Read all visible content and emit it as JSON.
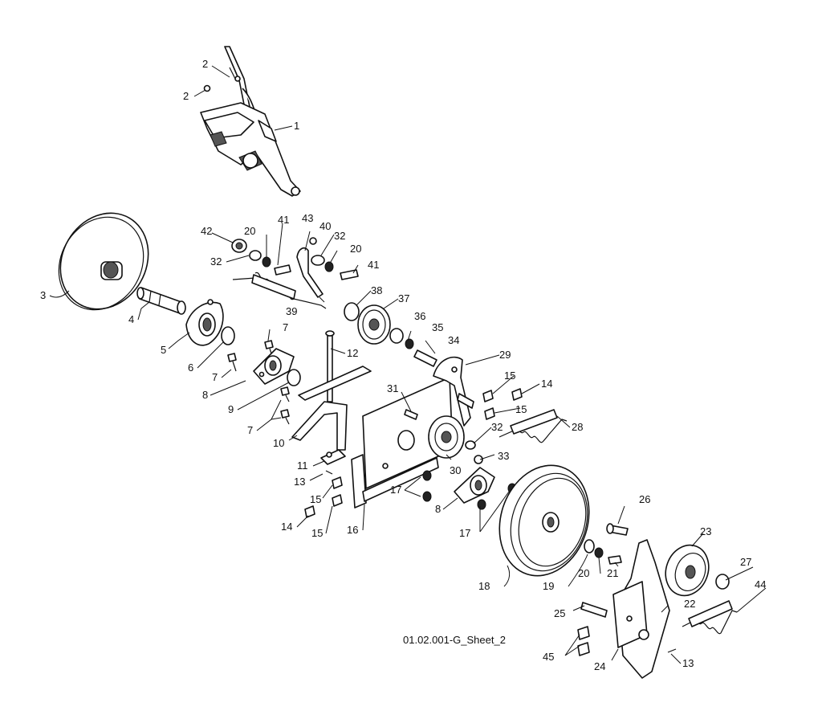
{
  "sheet_label": "01.02.001-G_Sheet_2",
  "callouts": [
    {
      "id": "c1",
      "text": "1"
    },
    {
      "id": "c2a",
      "text": "2"
    },
    {
      "id": "c2b",
      "text": "2"
    },
    {
      "id": "c3",
      "text": "3"
    },
    {
      "id": "c4",
      "text": "4"
    },
    {
      "id": "c5",
      "text": "5"
    },
    {
      "id": "c6",
      "text": "6"
    },
    {
      "id": "c7a",
      "text": "7"
    },
    {
      "id": "c7b",
      "text": "7"
    },
    {
      "id": "c7c",
      "text": "7"
    },
    {
      "id": "c8a",
      "text": "8"
    },
    {
      "id": "c8b",
      "text": "8"
    },
    {
      "id": "c9",
      "text": "9"
    },
    {
      "id": "c10",
      "text": "10"
    },
    {
      "id": "c11",
      "text": "11"
    },
    {
      "id": "c12",
      "text": "12"
    },
    {
      "id": "c13a",
      "text": "13"
    },
    {
      "id": "c13b",
      "text": "13"
    },
    {
      "id": "c14a",
      "text": "14"
    },
    {
      "id": "c14b",
      "text": "14"
    },
    {
      "id": "c15a",
      "text": "15"
    },
    {
      "id": "c15b",
      "text": "15"
    },
    {
      "id": "c15c",
      "text": "15"
    },
    {
      "id": "c15d",
      "text": "15"
    },
    {
      "id": "c16",
      "text": "16"
    },
    {
      "id": "c17a",
      "text": "17"
    },
    {
      "id": "c17b",
      "text": "17"
    },
    {
      "id": "c18",
      "text": "18"
    },
    {
      "id": "c19",
      "text": "19"
    },
    {
      "id": "c20a",
      "text": "20"
    },
    {
      "id": "c20b",
      "text": "20"
    },
    {
      "id": "c20c",
      "text": "20"
    },
    {
      "id": "c21",
      "text": "21"
    },
    {
      "id": "c22",
      "text": "22"
    },
    {
      "id": "c23",
      "text": "23"
    },
    {
      "id": "c24",
      "text": "24"
    },
    {
      "id": "c25",
      "text": "25"
    },
    {
      "id": "c26",
      "text": "26"
    },
    {
      "id": "c27",
      "text": "27"
    },
    {
      "id": "c28",
      "text": "28"
    },
    {
      "id": "c29",
      "text": "29"
    },
    {
      "id": "c30",
      "text": "30"
    },
    {
      "id": "c31",
      "text": "31"
    },
    {
      "id": "c32a",
      "text": "32"
    },
    {
      "id": "c32b",
      "text": "32"
    },
    {
      "id": "c32c",
      "text": "32"
    },
    {
      "id": "c33",
      "text": "33"
    },
    {
      "id": "c34",
      "text": "34"
    },
    {
      "id": "c35",
      "text": "35"
    },
    {
      "id": "c36",
      "text": "36"
    },
    {
      "id": "c37",
      "text": "37"
    },
    {
      "id": "c38",
      "text": "38"
    },
    {
      "id": "c39",
      "text": "39"
    },
    {
      "id": "c40",
      "text": "40"
    },
    {
      "id": "c41a",
      "text": "41"
    },
    {
      "id": "c41b",
      "text": "41"
    },
    {
      "id": "c42",
      "text": "42"
    },
    {
      "id": "c43",
      "text": "43"
    },
    {
      "id": "c44",
      "text": "44"
    },
    {
      "id": "c45",
      "text": "45"
    }
  ]
}
